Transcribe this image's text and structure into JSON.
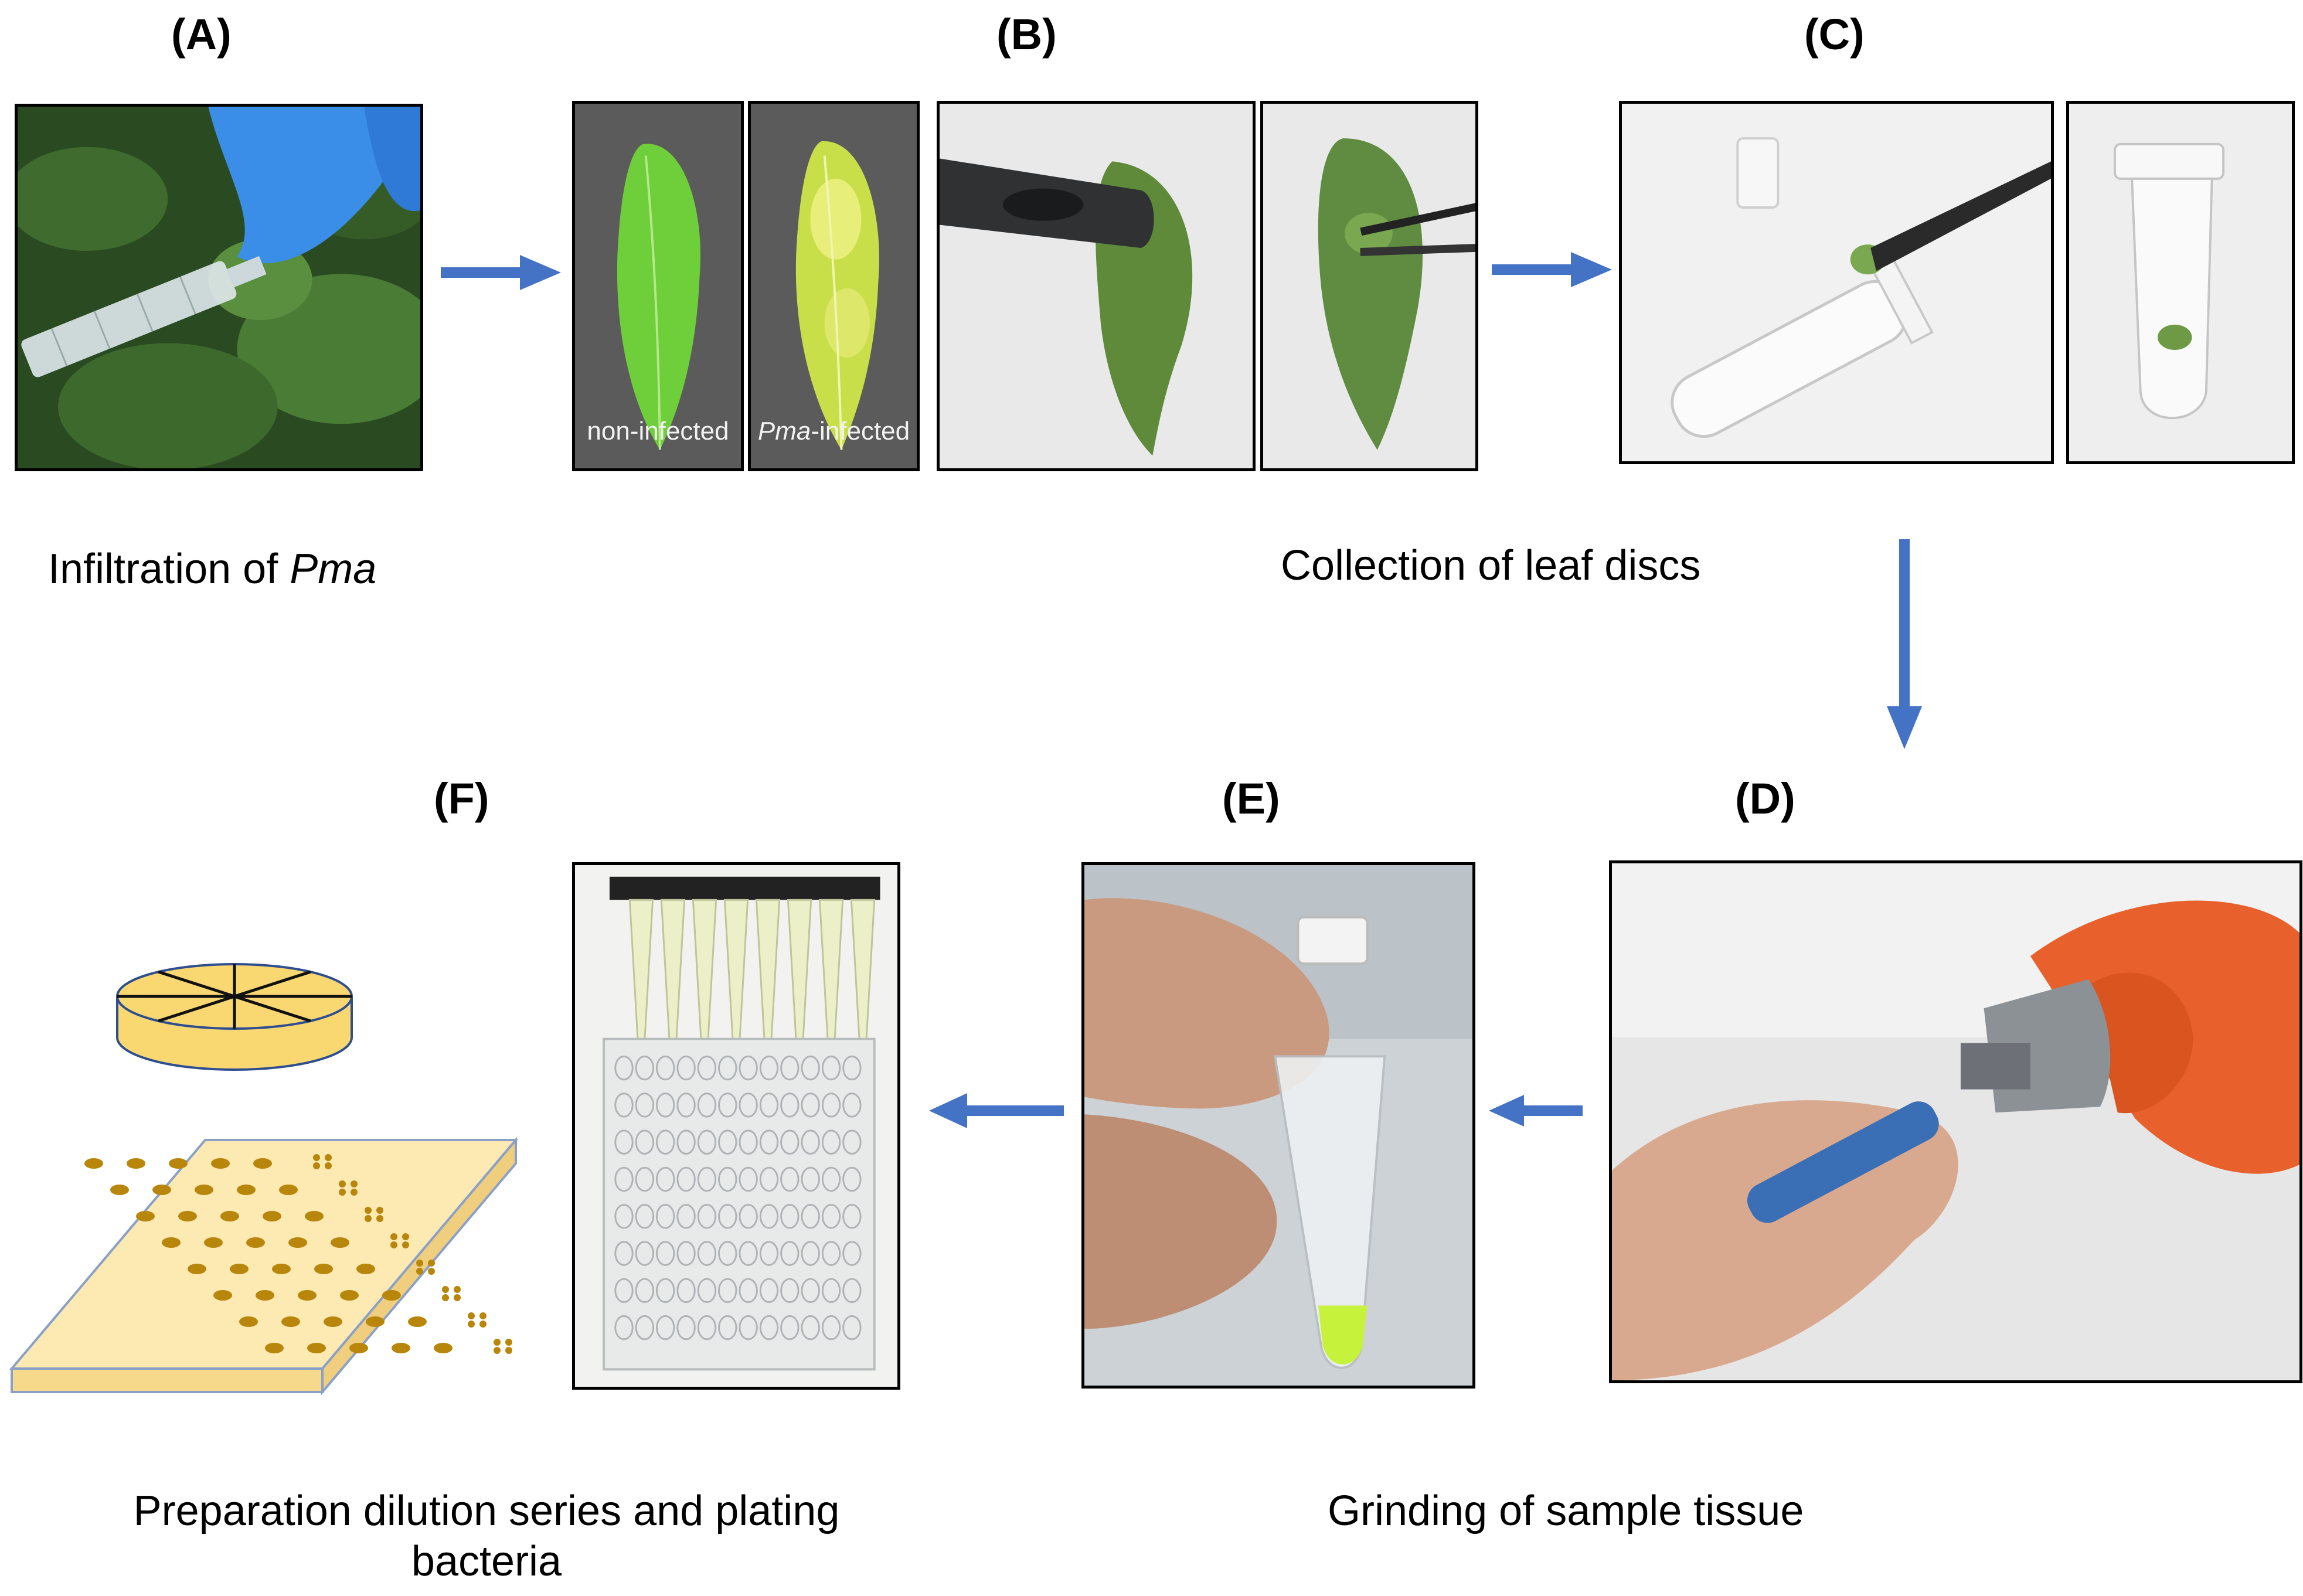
{
  "labels": {
    "a": "(A)",
    "b": "(B)",
    "c": "(C)",
    "d": "(D)",
    "e": "(E)",
    "f": "(F)"
  },
  "captions": {
    "infiltration_prefix": "Infiltration  of ",
    "infiltration_italic": "Pma",
    "collection": "Collection  of  leaf  discs",
    "grinding": "Grinding  of sample  tissue",
    "preparation_line1": "Preparation  dilution  series  and  plating",
    "preparation_line2": "bacteria"
  },
  "leaf_labels": {
    "non_infected": "non-infected",
    "infected_italic": "Pma",
    "infected_rest": "-infected"
  },
  "colors": {
    "arrow": "#4472c4",
    "plate": "#f9d872",
    "plate_tray": "#fde9b2",
    "colony": "#b8860b"
  }
}
